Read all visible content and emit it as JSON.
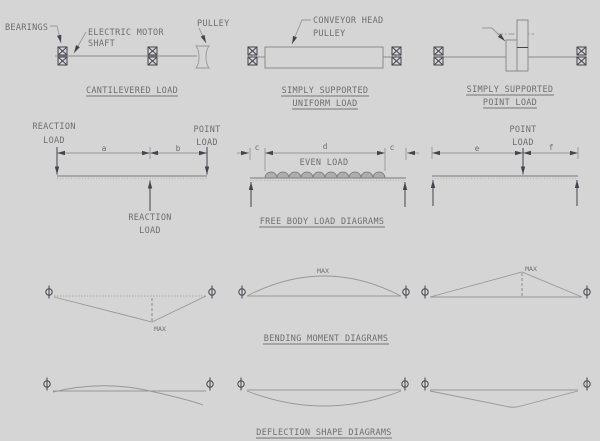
{
  "colors": {
    "background": "#d5d5d5",
    "text": "#6e6e6e",
    "line": "#8a8a8a",
    "dark_accent": "#44444c"
  },
  "top_row": {
    "cantilevered": {
      "bearings_label": "BEARINGS",
      "motor_label_line1": "ELECTRIC MOTOR",
      "motor_label_line2": "SHAFT",
      "pulley_label": "PULLEY",
      "title": "CANTILEVERED LOAD"
    },
    "uniform": {
      "pulley_label_line1": "CONVEYOR HEAD",
      "pulley_label_line2": "PULLEY",
      "title_line1": "SIMPLY SUPPORTED",
      "title_line2": "UNIFORM LOAD"
    },
    "point": {
      "title_line1": "SIMPLY SUPPORTED",
      "title_line2": "POINT LOAD"
    }
  },
  "free_body": {
    "title": "FREE BODY LOAD DIAGRAMS",
    "cantilevered": {
      "reaction_top_line1": "REACTION",
      "reaction_top_line2": "LOAD",
      "point_line1": "POINT",
      "point_line2": "LOAD",
      "dim_a": "a",
      "dim_b": "b",
      "reaction_bottom_line1": "REACTION",
      "reaction_bottom_line2": "LOAD"
    },
    "uniform": {
      "dim_c_left": "c",
      "dim_d": "d",
      "dim_c_right": "c",
      "even_load_label": "EVEN LOAD"
    },
    "point": {
      "point_line1": "POINT",
      "point_line2": "LOAD",
      "dim_e": "e",
      "dim_f": "f"
    }
  },
  "bending_moment": {
    "title": "BENDING MOMENT DIAGRAMS",
    "cantilevered_max": "MAX",
    "uniform_max": "MAX",
    "point_max": "MAX"
  },
  "deflection": {
    "title": "DEFLECTION SHAPE DIAGRAMS"
  }
}
